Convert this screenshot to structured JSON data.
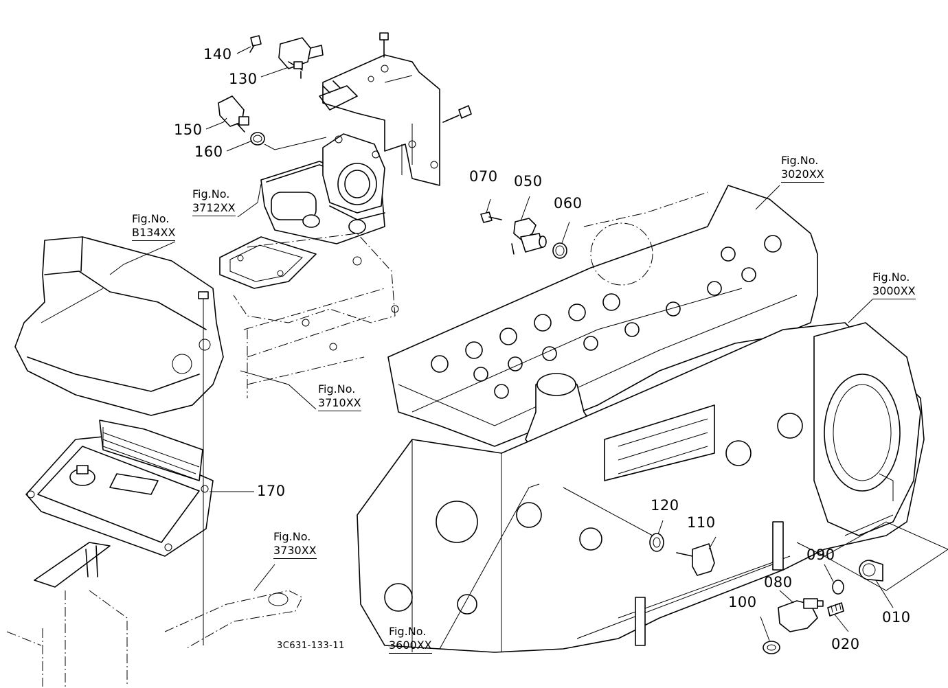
{
  "drawing_code": "3C631-133-11",
  "part_numbers": {
    "p010": "010",
    "p020": "020",
    "p050": "050",
    "p060": "060",
    "p070": "070",
    "p080": "080",
    "p090": "090",
    "p100": "100",
    "p110": "110",
    "p120": "120",
    "p130": "130",
    "p140": "140",
    "p150": "150",
    "p160": "160",
    "p170": "170"
  },
  "figure_refs": {
    "fig_prefix": "Fig.No.",
    "f3712": "3712XX",
    "fB134": "B134XX",
    "f3710": "3710XX",
    "f3020": "3020XX",
    "f3000": "3000XX",
    "f3730": "3730XX",
    "f3600": "3600XX"
  }
}
